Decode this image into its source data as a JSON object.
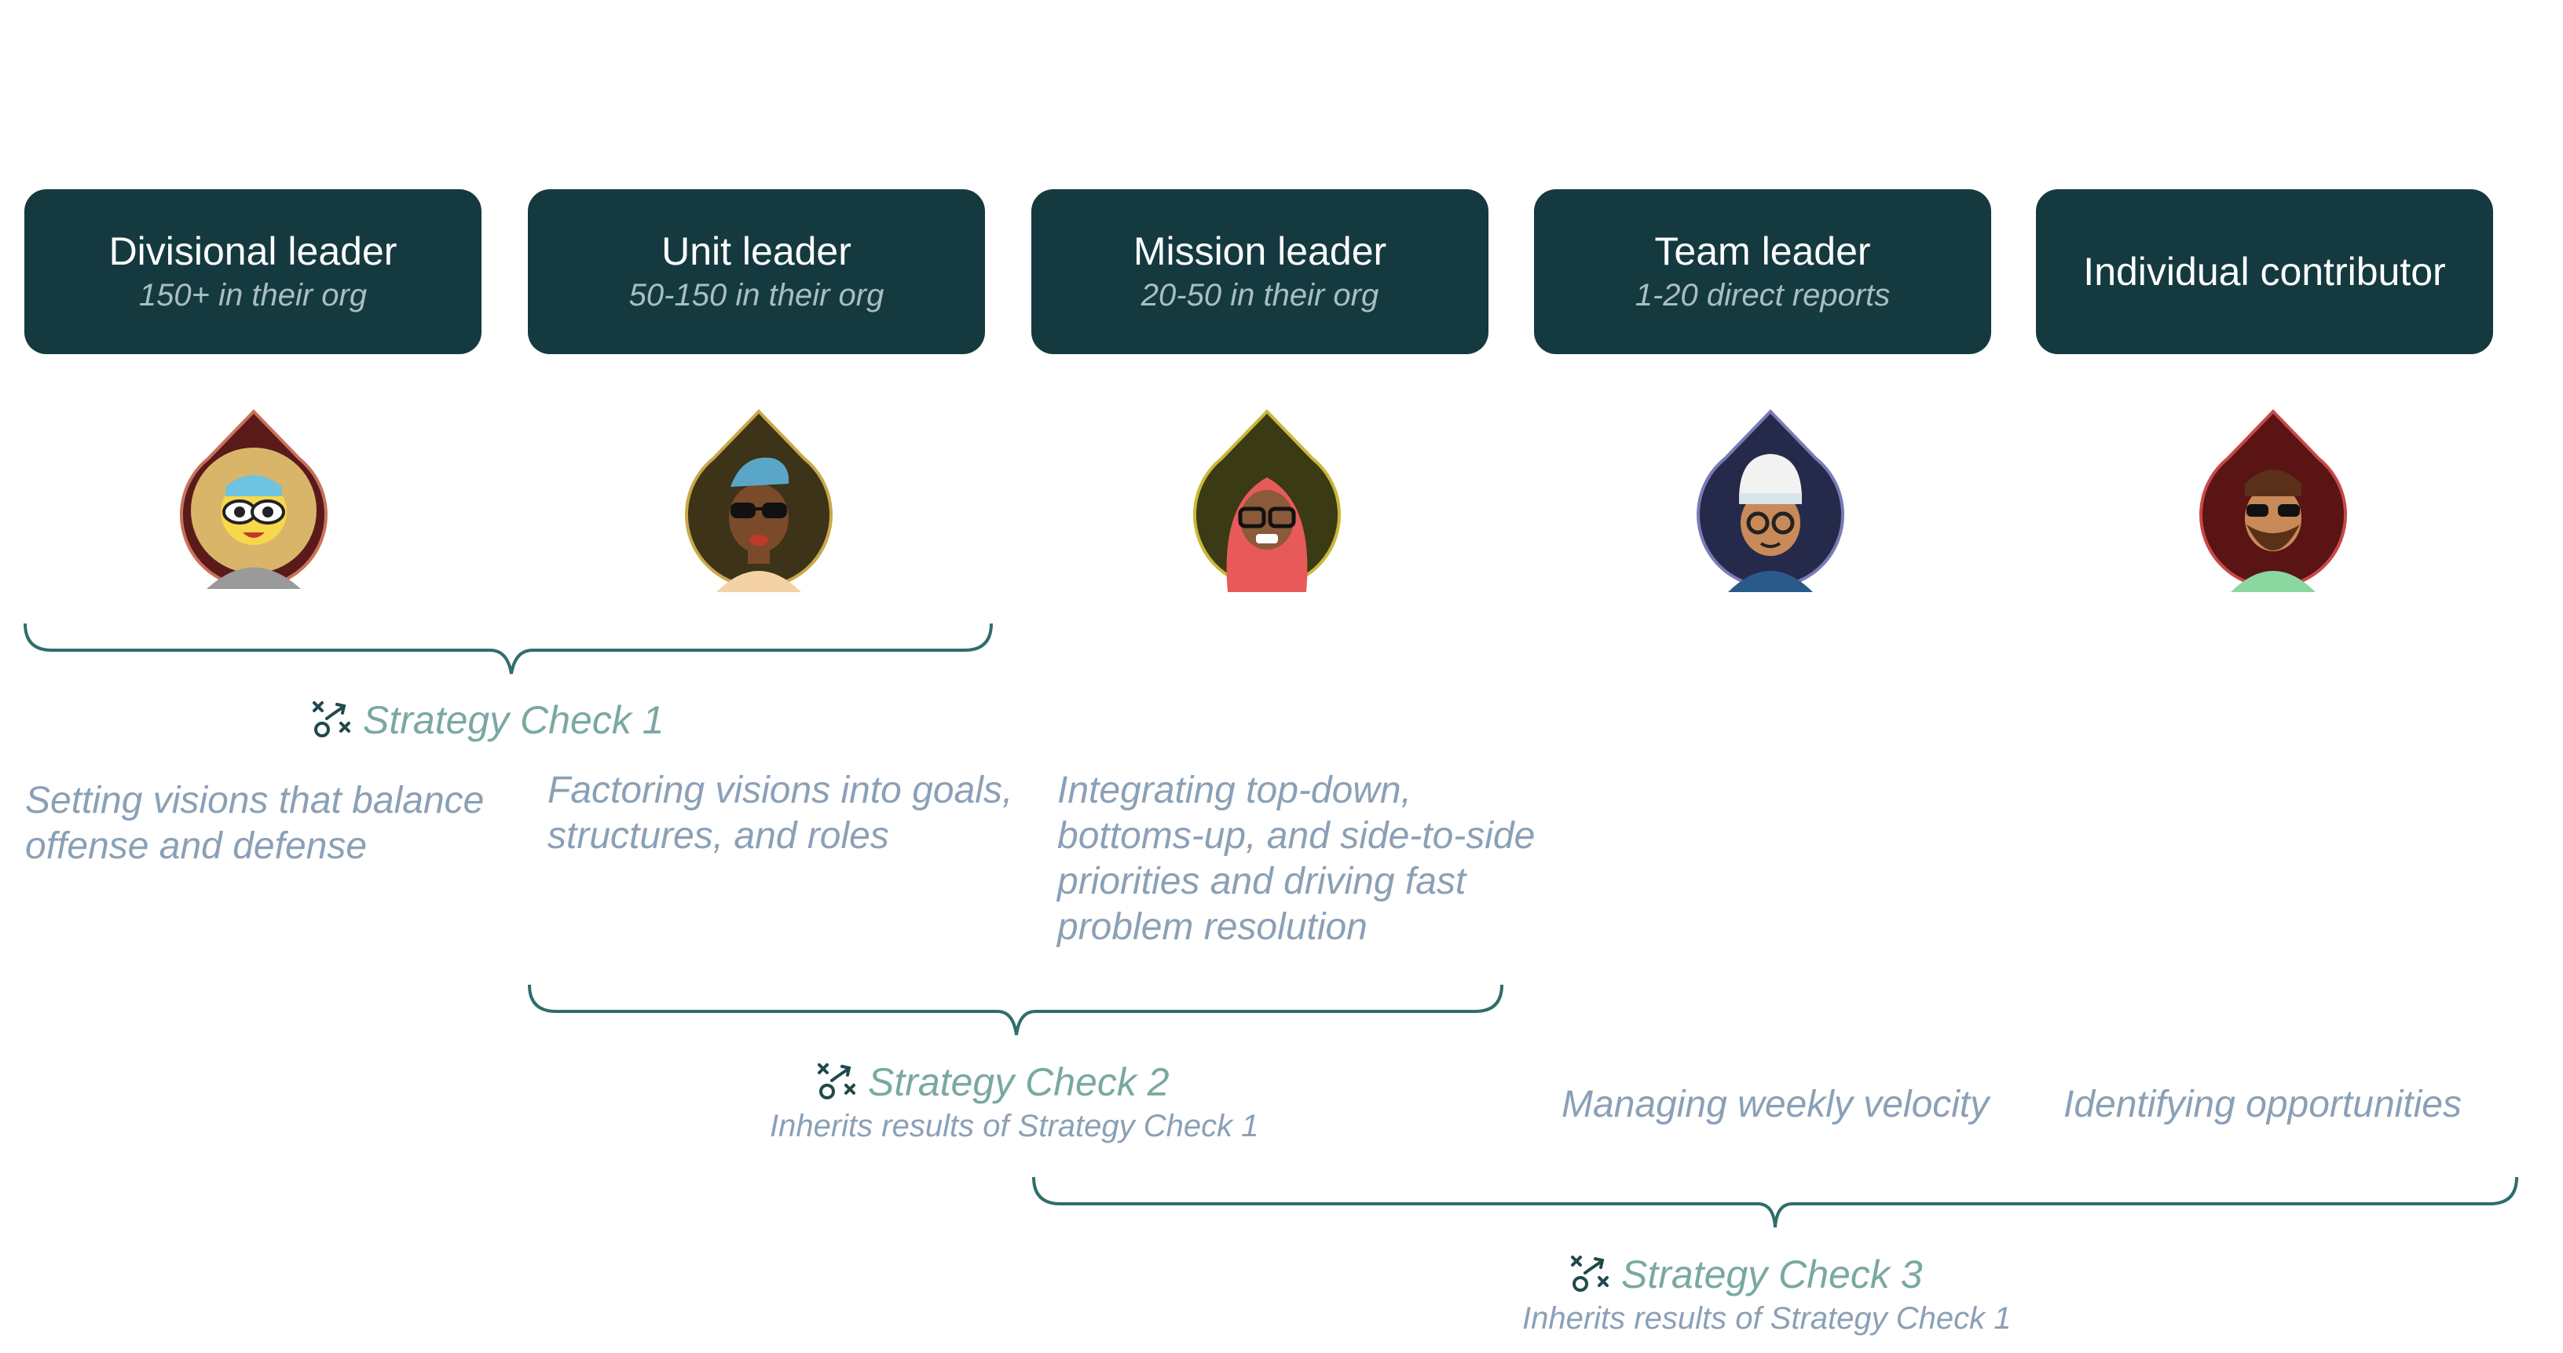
{
  "roles": [
    {
      "title": "Divisional leader",
      "subtitle": "150+ in their org",
      "avatar": "avatar-woman-sunglasses-icon",
      "color": "#5a1a1a"
    },
    {
      "title": "Unit leader",
      "subtitle": "50-150 in their org",
      "avatar": "avatar-man-sunglasses-icon",
      "color": "#3c3318"
    },
    {
      "title": "Mission leader",
      "subtitle": "20-50 in their org",
      "avatar": "avatar-woman-hijab-icon",
      "color": "#3a3a14"
    },
    {
      "title": "Team leader",
      "subtitle": "1-20 direct reports",
      "avatar": "avatar-man-beanie-icon",
      "color": "#262a4a"
    },
    {
      "title": "Individual contributor",
      "subtitle": "",
      "avatar": "avatar-man-beard-icon",
      "color": "#5a1414"
    }
  ],
  "descriptions": [
    "Setting visions that balance offense and defense",
    "Factoring visions into goals, structures, and roles",
    "Integrating top-down, bottoms-up, and side-to-side priorities and driving fast problem resolution",
    "Managing weekly velocity",
    "Identifying opportunities"
  ],
  "checks": [
    {
      "label": "Strategy Check 1",
      "note": "",
      "icon": "strategy-icon"
    },
    {
      "label": "Strategy Check 2",
      "note": "Inherits results of Strategy Check 1",
      "icon": "strategy-icon"
    },
    {
      "label": "Strategy Check 3",
      "note": "Inherits results of Strategy Check 1",
      "icon": "strategy-icon"
    }
  ],
  "colors": {
    "card": "#143a40",
    "bracket": "#2f6e6c",
    "check_text": "#7aa8a2",
    "desc_text": "#8aa0b6"
  }
}
